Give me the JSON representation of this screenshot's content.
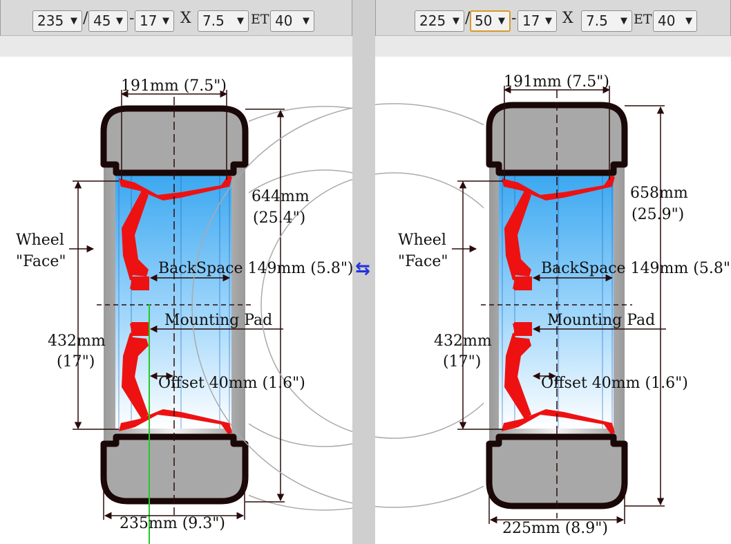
{
  "left": {
    "selectors": {
      "width": "235",
      "profile": "45",
      "rim": "17",
      "rim_width": "7.5",
      "et": "40"
    },
    "labels": {
      "section_width": "191mm (7.5\")",
      "diameter_mm": "644mm",
      "diameter_in": "(25.4\")",
      "face_line1": "Wheel",
      "face_line2": "\"Face\"",
      "backspace": "BackSpace 149mm (5.8\")",
      "mounting_pad": "Mounting Pad",
      "rim_mm": "432mm",
      "rim_in": "(17\")",
      "offset": "Offset 40mm (1.6\")",
      "tire_width": "235mm (9.3\")"
    }
  },
  "right": {
    "selectors": {
      "width": "225",
      "profile": "50",
      "rim": "17",
      "rim_width": "7.5",
      "et": "40"
    },
    "labels": {
      "section_width": "191mm (7.5\")",
      "diameter_mm": "658mm",
      "diameter_in": "(25.9\")",
      "face_line1": "Wheel",
      "face_line2": "\"Face\"",
      "backspace": "BackSpace 149mm (5.8\")",
      "mounting_pad": "Mounting Pad",
      "rim_mm": "432mm",
      "rim_in": "(17\")",
      "offset": "Offset 40mm (1.6\")",
      "tire_width": "225mm (8.9\")"
    }
  },
  "separators": {
    "slash": "/",
    "dash": "-",
    "x": "X",
    "et": "ET"
  },
  "swap_icon": "⇆",
  "colors": {
    "tire": "#1a0808",
    "rubber_fill": "#a9a8a8",
    "rim": "#ee1111",
    "barrel_top": "#3aa7f0",
    "dimension": "#2a0a0a",
    "accent_select": "#d89a2a",
    "swap": "#2233dd",
    "center_line": "#22cc22"
  }
}
